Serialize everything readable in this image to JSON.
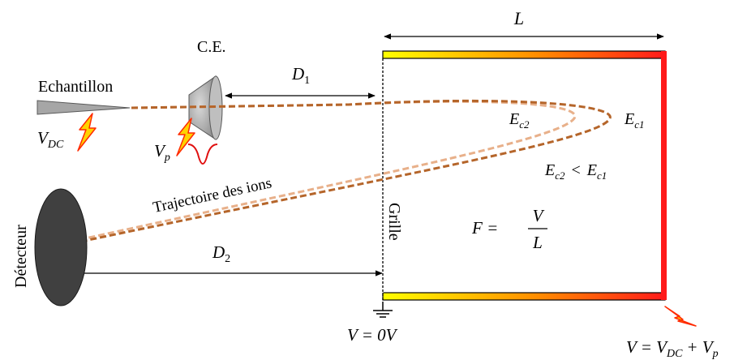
{
  "labels": {
    "sample": "Echantillon",
    "counter_electrode": "C.E.",
    "trajectory": "Trajectoire des ions",
    "detector": "Détecteur",
    "grid": "Grille",
    "length_L": "L",
    "distance_D1": {
      "main": "D",
      "sub": "1"
    },
    "distance_D2": {
      "main": "D",
      "sub": "2"
    },
    "v_dc": {
      "main": "V",
      "sub": "DC"
    },
    "v_p": {
      "main": "V",
      "sub": "p"
    },
    "ec1": {
      "main": "E",
      "sub": "c1"
    },
    "ec2": {
      "main": "E",
      "sub": "c2"
    },
    "ec_relation": {
      "left_main": "E",
      "left_sub": "c2",
      "op": "<",
      "right_main": "E",
      "right_sub": "c1"
    },
    "field": {
      "lhs": "F =",
      "num": "V",
      "den": "L"
    },
    "ground_voltage": {
      "lhs": "V = 0",
      "unit": "V"
    },
    "reflectron_voltage": {
      "lhs": "V = V",
      "sub1": "DC",
      "plus": "+ V",
      "sub2": "p"
    }
  },
  "colors": {
    "trajectory_high": "#b5652a",
    "trajectory_low": "#e8b08a",
    "gradient_start": "#ffff00",
    "gradient_mid": "#ff8c00",
    "gradient_end": "#ff1a1a",
    "detector": "#404040",
    "electrode": "#a6a6a6",
    "spark": "#ff2a00",
    "spark_fill": "#ffd200"
  }
}
